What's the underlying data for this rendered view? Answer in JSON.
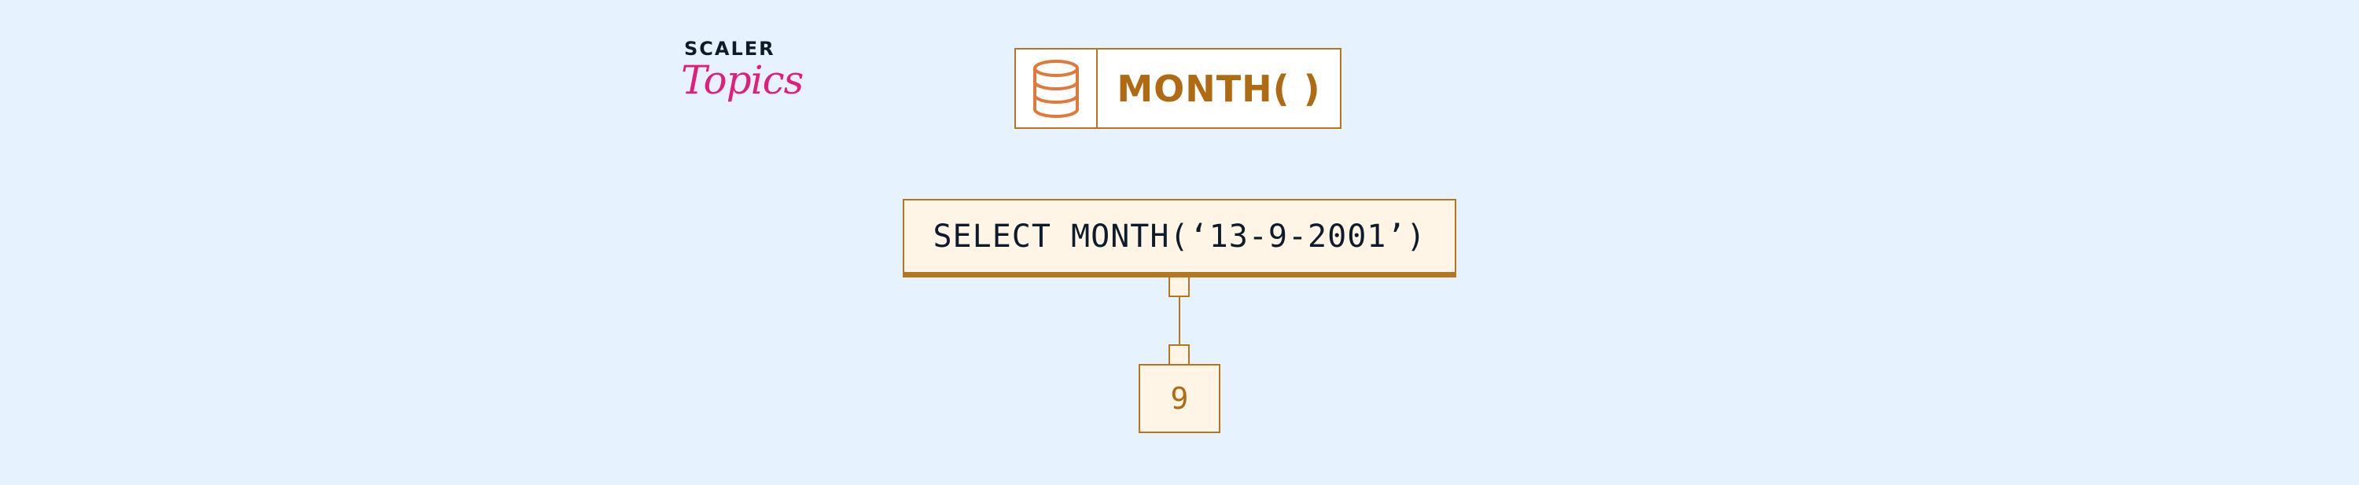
{
  "logo": {
    "line1": "SCALER",
    "line2": "Topics"
  },
  "title": {
    "icon": "database-icon",
    "text": "MONTH( )"
  },
  "query": {
    "text": "SELECT MONTH(‘13-9-2001’)"
  },
  "result": {
    "text": "9"
  },
  "colors": {
    "background": "#e6f3fe",
    "accent": "#b5761f",
    "title_text": "#b06a12",
    "icon": "#e07a3a",
    "box_fill": "#fef5e7",
    "logo_pink": "#e01f7d",
    "logo_dark": "#0d1b2a"
  }
}
